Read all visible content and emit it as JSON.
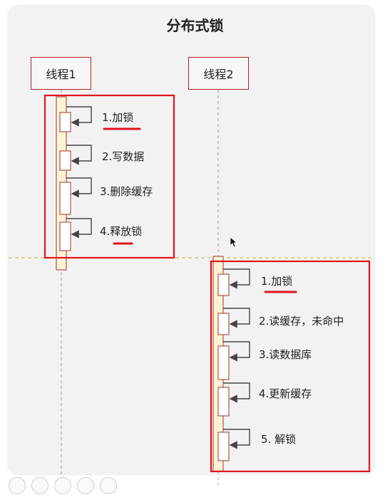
{
  "title": "分布式锁",
  "participants": {
    "thread1": "线程1",
    "thread2": "线程2"
  },
  "thread1_steps": [
    "1.加锁",
    "2.写数据",
    "3.删除缓存",
    "4.释放锁"
  ],
  "thread2_steps": [
    "1.加锁",
    "2.读缓存，未命中",
    "3.读数据库",
    "4.更新缓存",
    "5. 解锁"
  ],
  "colors": {
    "highlight_box": "#e0141e",
    "underline": "#e0141e",
    "participant_border": "#b22222",
    "lifeline": "#aaaaaa",
    "activation_fill": "#fbf3d6",
    "activation_border": "#b0544a",
    "separator": "#c9c46a"
  }
}
